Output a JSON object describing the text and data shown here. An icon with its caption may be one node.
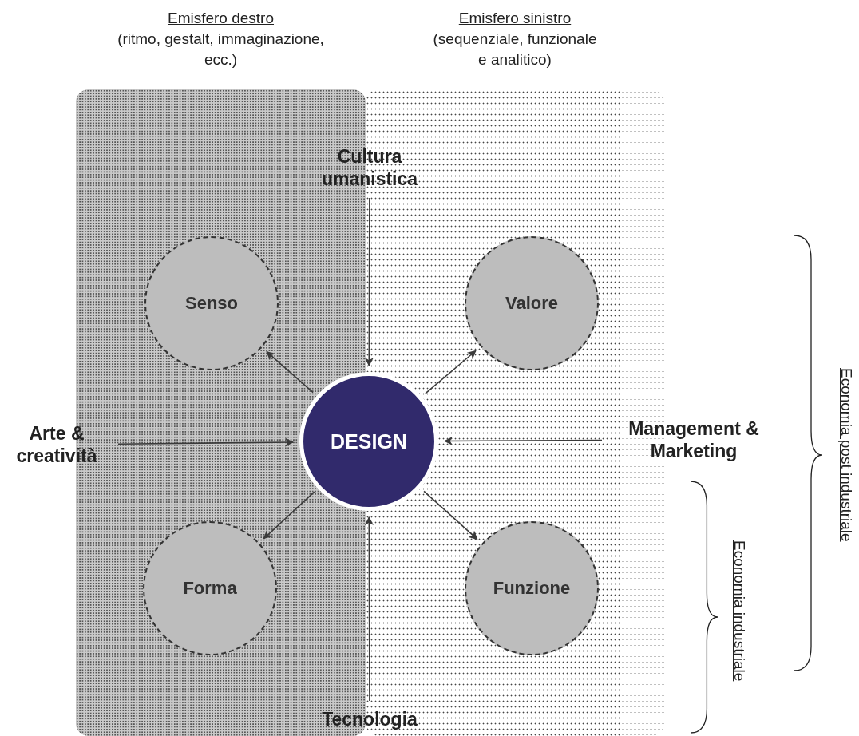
{
  "diagram": {
    "nodes": [
      {
        "text": [
          "Emisfero destro",
          "(ritmo, gestalt, immaginazione, ecc.)"
        ]
      },
      {
        "text": [
          "Emisfero sinistro",
          "(sequenziale, funzionale e analitico)"
        ]
      },
      {
        "text": [
          "Cultura umanistica"
        ]
      },
      {
        "text": [
          "Senso"
        ],
        "in": 0
      },
      {
        "text": [
          "Valore"
        ],
        "in": 1
      },
      {
        "text": [
          "Arte & creatività"
        ]
      },
      {
        "text": [
          "DESIGN"
        ]
      },
      {
        "text": [
          "Management & Marketing"
        ]
      },
      {
        "text": [
          "Forma"
        ],
        "in": 0
      },
      {
        "text": [
          "Funzione"
        ],
        "in": 1
      },
      {
        "text": [
          "Tecnologia"
        ]
      }
    ],
    "edges": [
      {
        "from": 2,
        "to": 6,
        "arrow": "to"
      },
      {
        "from": 6,
        "to": 3,
        "arrow": "to"
      },
      {
        "from": 6,
        "to": 4,
        "arrow": "to"
      },
      {
        "from": 5,
        "to": 6,
        "arrow": "to"
      },
      {
        "from": 7,
        "to": 6,
        "arrow": "to"
      },
      {
        "from": 6,
        "to": 8,
        "arrow": "to"
      },
      {
        "from": 6,
        "to": 9,
        "arrow": "to"
      },
      {
        "from": 10,
        "to": 6,
        "arrow": "to"
      }
    ],
    "labels": [
      "Economia post industriale",
      "Economia industriale"
    ]
  }
}
